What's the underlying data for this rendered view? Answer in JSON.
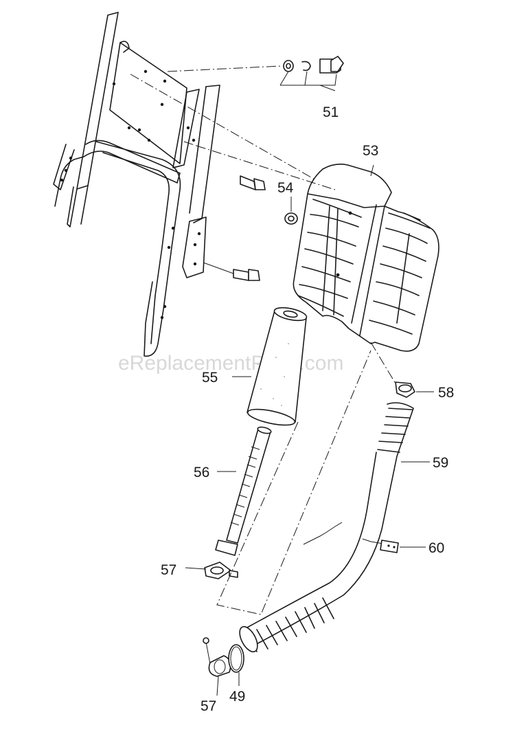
{
  "watermark": "eReplacementParts.com",
  "parts": {
    "p49": "49",
    "p51": "51",
    "p53": "53",
    "p54": "54",
    "p55": "55",
    "p56": "56",
    "p57_top": "57",
    "p57_bottom": "57",
    "p58": "58",
    "p59": "59",
    "p60": "60"
  }
}
